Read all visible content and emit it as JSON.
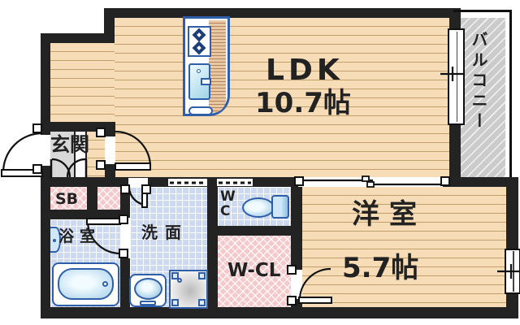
{
  "title": "apartment-floor-plan",
  "rooms": {
    "ldk": {
      "name": "LDK",
      "area": "10.7帖"
    },
    "western_room": {
      "name": "洋室",
      "area": "5.7帖"
    },
    "balcony": {
      "name": "バルコニー"
    },
    "entrance": {
      "name": "玄関"
    },
    "shoe_box": {
      "name": "SB"
    },
    "bathroom": {
      "name": "浴室"
    },
    "washroom": {
      "name": "洗面"
    },
    "toilet": {
      "line1": "W",
      "line2": "C"
    },
    "walk_in_closet": {
      "name": "W-CL"
    }
  },
  "colors": {
    "wall": "#232323",
    "wood_floor": "#f6ddb8",
    "plank_line": "#c2a06e",
    "tile": "#ccd9f3",
    "pink": "#f5c9cb",
    "balcony_gray": "#cbcbcb",
    "entrance_gray": "#d8d8d8",
    "fixture_blue": "#2e5fa8",
    "fixture_light": "#cfe7f8",
    "ink": "#222222"
  }
}
